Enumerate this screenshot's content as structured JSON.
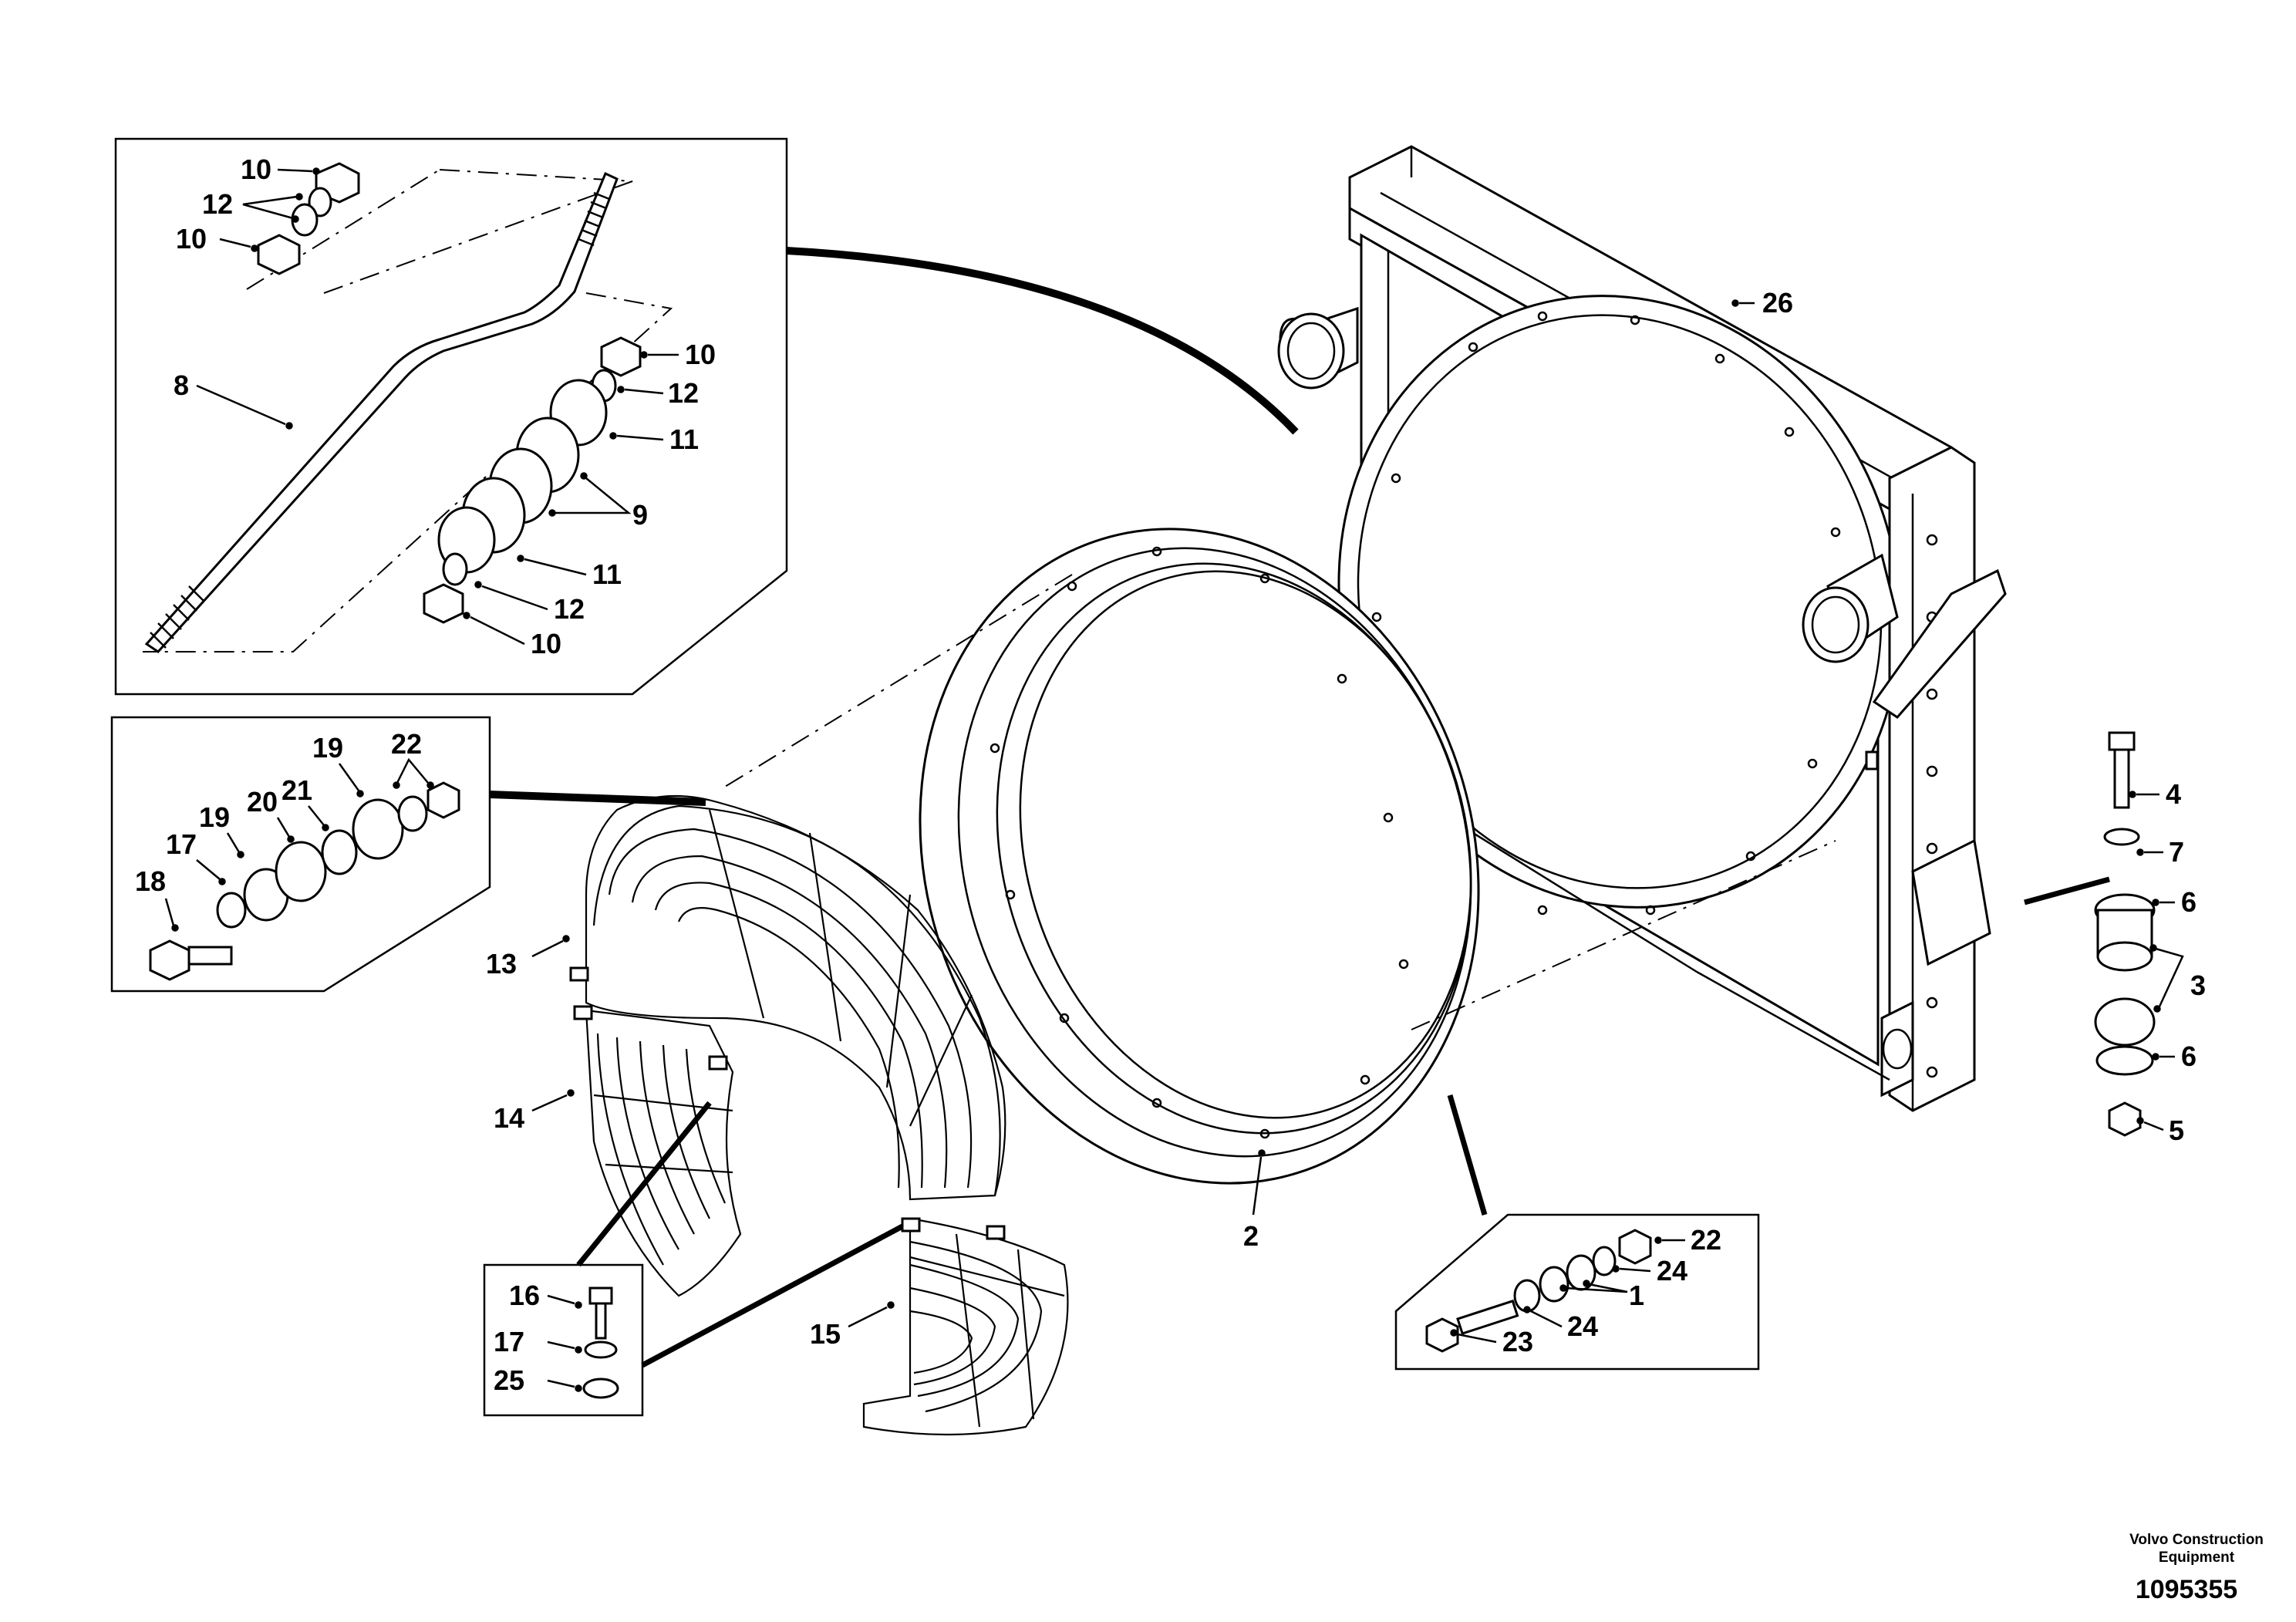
{
  "drawing": {
    "footer_company": "Volvo Construction Equipment",
    "footer_line1": "Volvo Construction",
    "footer_line2": "Equipment",
    "drawing_number": "1095355"
  },
  "callouts": {
    "c26": "26",
    "c2": "2",
    "c13": "13",
    "c14": "14",
    "c15": "15",
    "c4": "4",
    "c7": "7",
    "c6a": "6",
    "c3": "3",
    "c6b": "6",
    "c5": "5",
    "i1_10a": "10",
    "i1_12a": "12",
    "i1_10b": "10",
    "i1_8": "8",
    "i1_10c": "10",
    "i1_12b": "12",
    "i1_11a": "11",
    "i1_9": "9",
    "i1_11b": "11",
    "i1_12c": "12",
    "i1_10d": "10",
    "i2_19a": "19",
    "i2_22": "22",
    "i2_19b": "19",
    "i2_20": "20",
    "i2_21": "21",
    "i2_17": "17",
    "i2_18": "18",
    "i3_16": "16",
    "i3_17": "17",
    "i3_25": "25",
    "i4_22": "22",
    "i4_24a": "24",
    "i4_1": "1",
    "i4_24b": "24",
    "i4_23": "23"
  }
}
